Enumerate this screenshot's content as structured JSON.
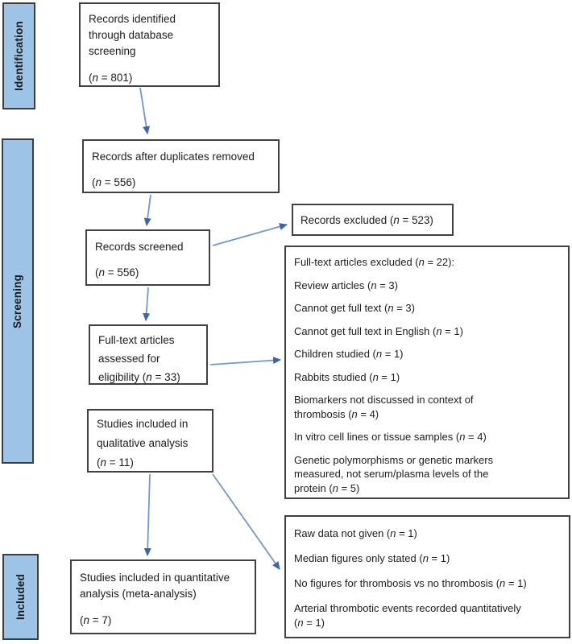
{
  "figure": {
    "type": "PRISMA flow diagram",
    "stage_labels": {
      "identification": "Identification",
      "screening": "Screening",
      "included": "Included"
    },
    "boxes": {
      "identified": {
        "text": "Records identified\nthrough database\nscreening",
        "count": "(n = 801)"
      },
      "duplicates_removed": {
        "text": "Records after duplicates removed",
        "count": "(n = 556)"
      },
      "screened": {
        "text": "Records screened",
        "count": "(n = 556)"
      },
      "records_excluded": {
        "text": "Records excluded (n = 523)"
      },
      "fulltext_assessed": {
        "text": "Full-text articles\nassessed for\neligibility (n = 33)"
      },
      "fulltext_excluded": {
        "items": [
          "Full-text articles excluded (n = 22):",
          "Review articles (n = 3)",
          "Cannot get full text (n = 3)",
          "Cannot get full text in English (n = 1)",
          "Children studied (n = 1)",
          "Rabbits studied (n = 1)",
          "Biomarkers not discussed in context of\nthrombosis (n = 4)",
          "In vitro cell lines or tissue samples (n = 4)",
          "Genetic polymorphisms or genetic markers\nmeasured, not serum/plasma levels of the\nprotein (n = 5)"
        ]
      },
      "qualitative": {
        "text": "Studies included in\nqualitative analysis\n(n = 11)"
      },
      "quantitative": {
        "text": "Studies included in quantitative\nanalysis (meta-analysis)",
        "count": "(n = 7)"
      },
      "quantitative_excluded": {
        "items": [
          "Raw data not given (n = 1)",
          "Median figures only stated (n = 1)",
          "No figures for thrombosis vs no thrombosis (n = 1)",
          "Arterial thrombotic events recorded quantitatively\n(n = 1)"
        ]
      }
    },
    "colors": {
      "stage_fill": "#9DC3E6",
      "stage_border": "#3C3C43",
      "box_border": "#404040",
      "arrow_line": "#7296D4",
      "arrow_head": "#3A63B0"
    }
  }
}
